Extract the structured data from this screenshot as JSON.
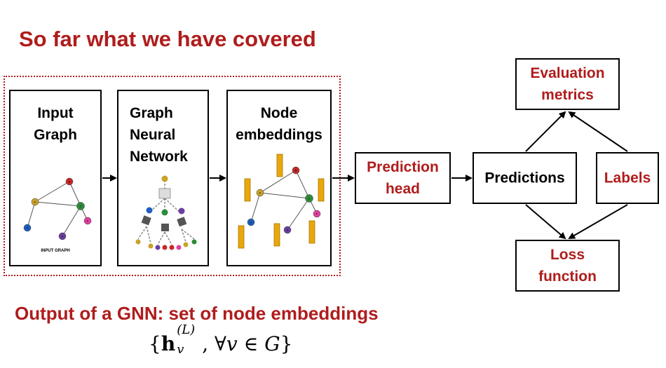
{
  "title": "So far what we have covered",
  "pipeline": {
    "input_graph": {
      "label": "Input\nGraph",
      "image_caption": "INPUT GRAPH"
    },
    "gnn": {
      "label": "Graph\nNeural\nNetwork"
    },
    "node_embeddings": {
      "label": "Node\nembeddings"
    },
    "prediction_head": {
      "label": "Prediction\nhead"
    },
    "predictions": {
      "label": "Predictions"
    },
    "evaluation_metrics": {
      "label": "Evaluation\nmetrics"
    },
    "labels": {
      "label": "Labels"
    },
    "loss_function": {
      "label": "Loss\nfunction"
    }
  },
  "graph_nodes": {
    "a": "A",
    "b": "B",
    "c": "C",
    "d": "D",
    "e": "E",
    "f": "F"
  },
  "caption": "Output of a GNN: set of node embeddings",
  "formula": {
    "open": "{",
    "h": "h",
    "superscript": "(L)",
    "subscript": "v",
    "rest_1": ", ∀",
    "v": "v",
    "rest_2": " ∈ ",
    "g": "G",
    "close": "}"
  },
  "colors": {
    "accent_red": "#b01c1c",
    "node_a": "#c9a227",
    "node_b": "#c62828",
    "node_c": "#2e8b3a",
    "node_d": "#1f5fbf",
    "node_e": "#6a3fa0",
    "node_f": "#e040a0",
    "embedding_bar": "#e8a80c"
  }
}
